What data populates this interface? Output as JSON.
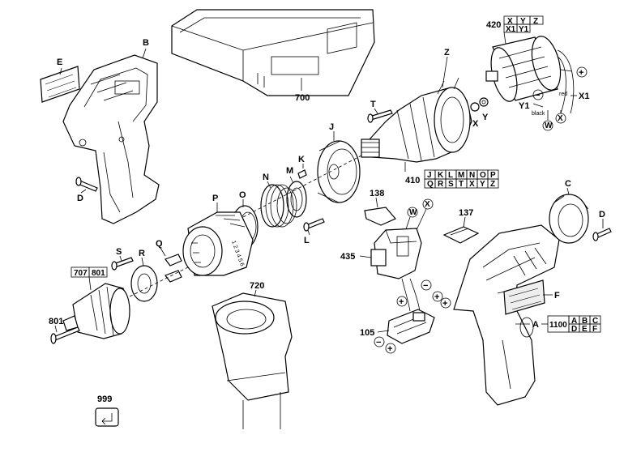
{
  "colors": {
    "ink": "#000000",
    "paper": "#ffffff",
    "part_shade": "#eeeeee"
  },
  "labels": {
    "B": "B",
    "E": "E",
    "D_left": "D",
    "D_right": "D",
    "700": "700",
    "Z": "Z",
    "T": "T",
    "X": "X",
    "Y": "Y",
    "Y1": "Y1",
    "X1": "X1",
    "J": "J",
    "K": "K",
    "M": "M",
    "N": "N",
    "O": "O",
    "P": "P",
    "L": "L",
    "S": "S",
    "R": "R",
    "Q": "Q",
    "801_bottom": "801",
    "720": "720",
    "999": "999",
    "138": "138",
    "435": "435",
    "137": "137",
    "C": "C",
    "F": "F",
    "A": "A",
    "105": "105"
  },
  "grids": {
    "g420": {
      "num": "420",
      "row1": [
        "X",
        "Y",
        "Z"
      ],
      "row2": [
        "X1",
        "Y1"
      ]
    },
    "g410": {
      "num": "410",
      "row1": [
        "J",
        "K",
        "L",
        "M",
        "N",
        "O",
        "P"
      ],
      "row2": [
        "Q",
        "R",
        "S",
        "T",
        "X",
        "Y",
        "Z"
      ]
    },
    "g1100": {
      "num": "1100",
      "row1": [
        "A",
        "B",
        "C"
      ],
      "row2": [
        "D",
        "E",
        "F"
      ]
    },
    "g707": {
      "cells": [
        "707",
        "801"
      ]
    }
  },
  "wire_labels": {
    "red": "red",
    "black": "black"
  },
  "symbols": {
    "circle_w": "W",
    "circle_x": "X",
    "plus": "+",
    "minus": "−",
    "chuck_marks": "1 2 3 4 5 6"
  },
  "icons": [
    "return-arrow-icon",
    "motor-icon",
    "chuck-icon",
    "carrying-case-icon"
  ]
}
